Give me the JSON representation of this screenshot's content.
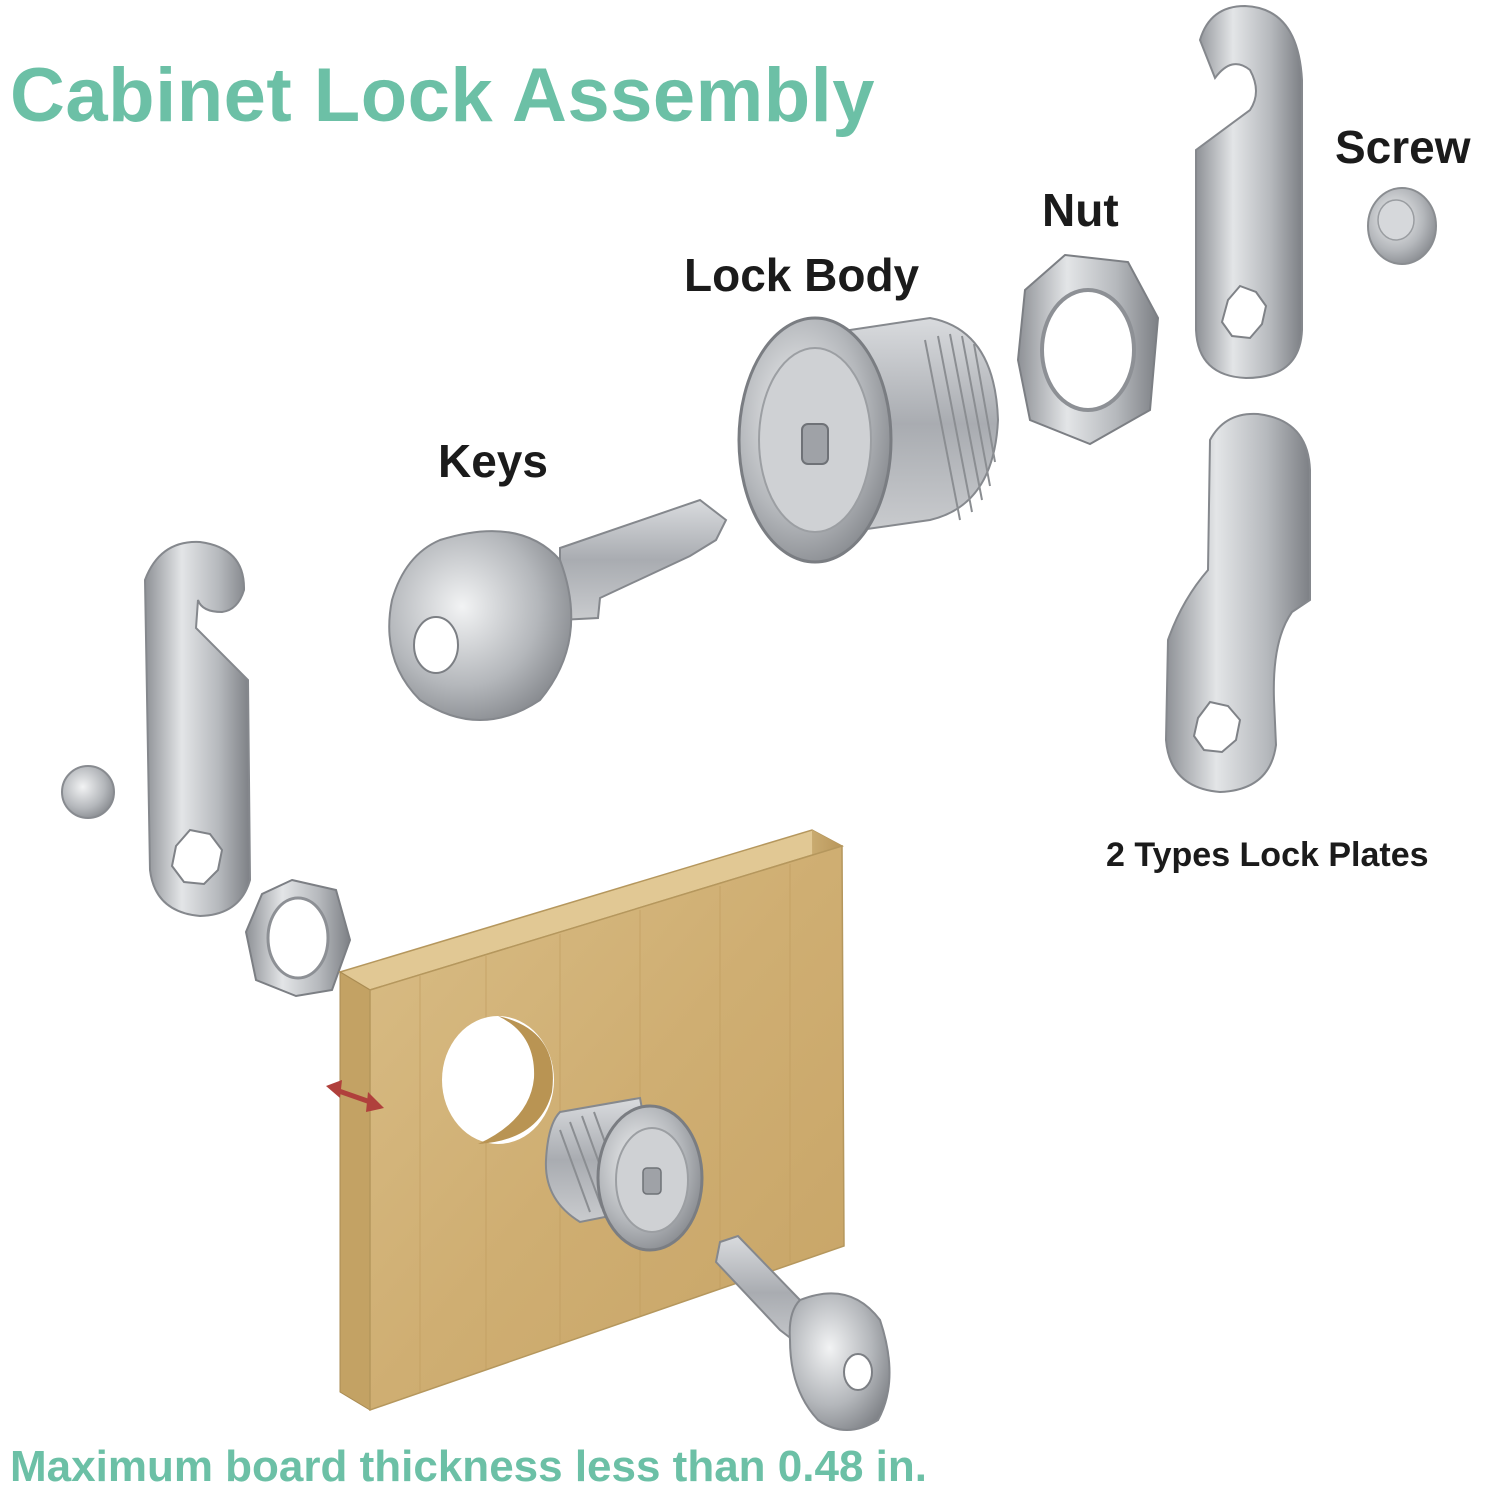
{
  "title": "Cabinet Lock Assembly",
  "labels": {
    "screw": "Screw",
    "nut": "Nut",
    "lock_body": "Lock Body",
    "keys": "Keys",
    "lock_plates": "2 Types Lock Plates"
  },
  "footer": "Maximum board thickness less than 0.48 in.",
  "colors": {
    "accent": "#6cc0a6",
    "metal": "#b9bcc0",
    "wood": "#d3b37a",
    "arrow": "#b0403c"
  }
}
